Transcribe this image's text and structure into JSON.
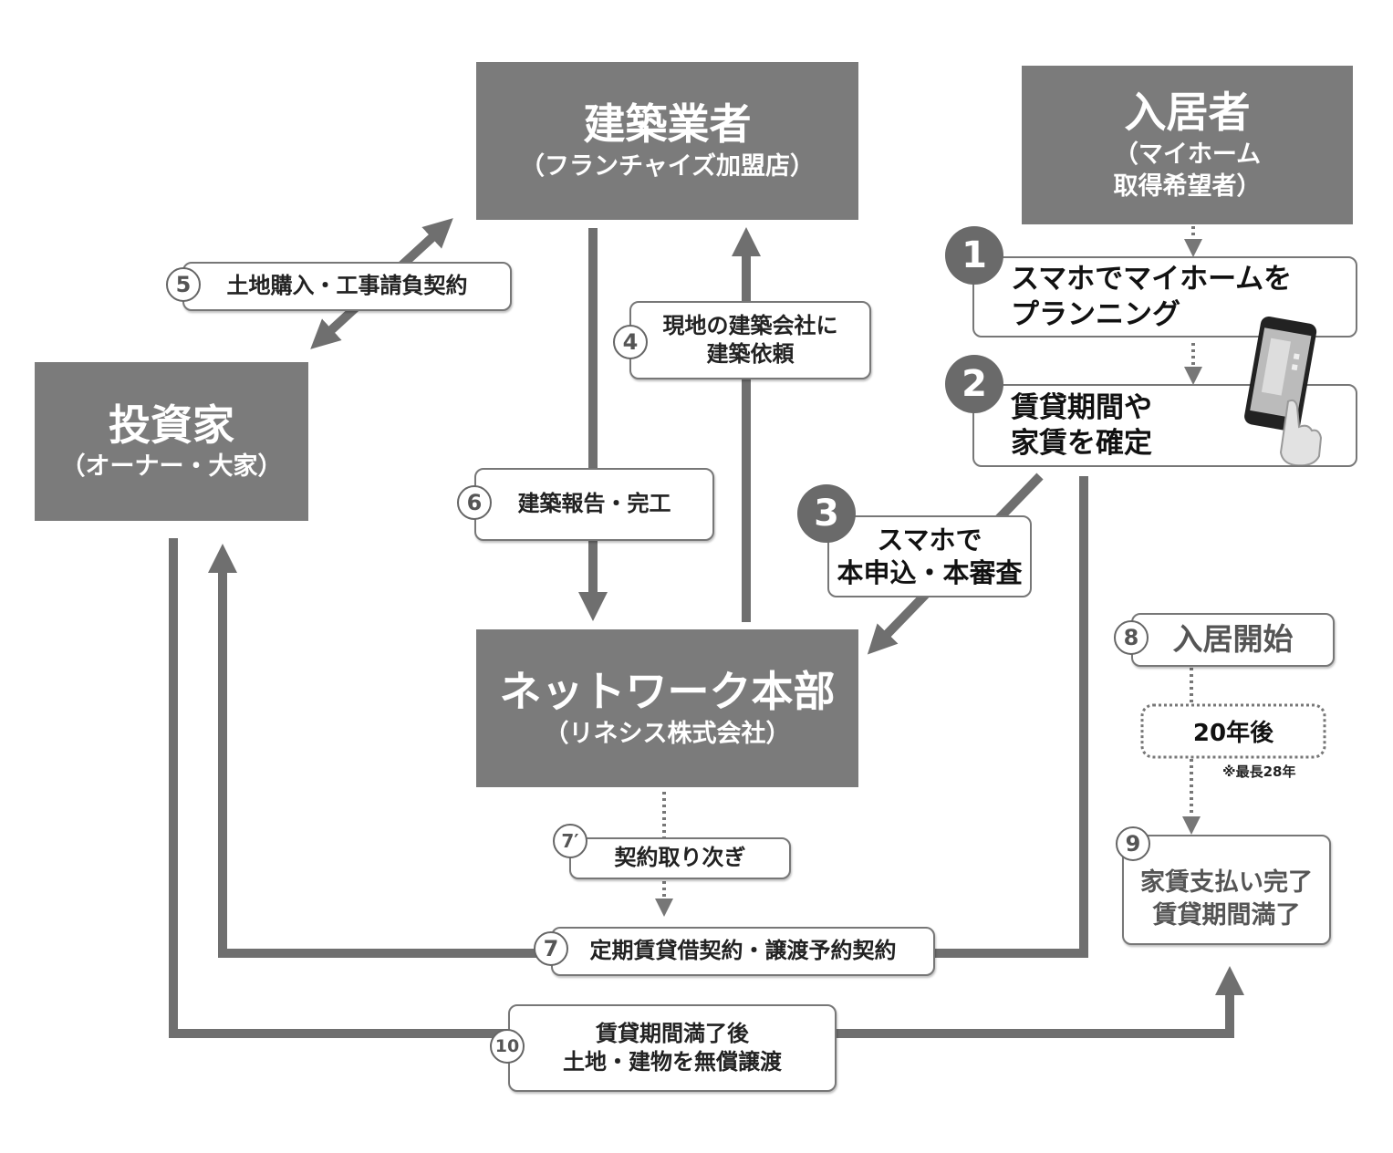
{
  "boxes": {
    "builder": {
      "title": "建築業者",
      "sub": "（フランチャイズ加盟店）"
    },
    "resident": {
      "title": "入居者",
      "sub1": "（マイホーム",
      "sub2": "取得希望者）"
    },
    "investor": {
      "title": "投資家",
      "sub": "（オーナー・大家）"
    },
    "hq": {
      "title": "ネットワーク本部",
      "sub": "（リネシス株式会社）"
    }
  },
  "steps": {
    "s1": {
      "num": "1",
      "line1": "スマホでマイホームを",
      "line2": "プランニング"
    },
    "s2": {
      "num": "2",
      "line1": "賃貸期間や",
      "line2": "家賃を確定"
    },
    "s3": {
      "num": "3",
      "line1": "スマホで",
      "line2": "本申込・本審査"
    },
    "s4": {
      "num": "4",
      "line1": "現地の建築会社に",
      "line2": "建築依頼"
    },
    "s5": {
      "num": "5",
      "text": "土地購入・工事請負契約"
    },
    "s6": {
      "num": "6",
      "text": "建築報告・完工"
    },
    "s7p": {
      "num": "7′",
      "text": "契約取り次ぎ"
    },
    "s7": {
      "num": "7",
      "text": "定期賃貸借契約・譲渡予約契約"
    },
    "s8": {
      "num": "8",
      "text": "入居開始"
    },
    "after": {
      "text": "20年後",
      "note": "※最長28年"
    },
    "s9": {
      "num": "9",
      "line1": "家賃支払い完了",
      "line2": "賃貸期間満了"
    },
    "s10": {
      "num": "10",
      "line1": "賃貸期間満了後",
      "line2": "土地・建物を無償譲渡"
    }
  },
  "colors": {
    "box": "#7b7b7b",
    "arrow": "#6f6f6f",
    "circle": "#6a6a6a"
  }
}
